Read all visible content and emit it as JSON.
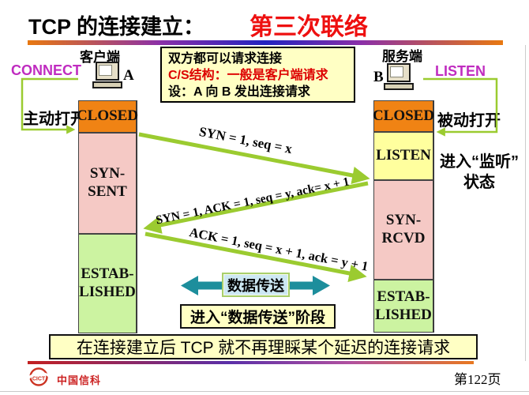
{
  "slide": {
    "title": "TCP 的连接建立：",
    "highlight": "第三次联络",
    "footnote": "在连接建立后 TCP 就不再理睬某个延迟的连接请求",
    "page": "第122页",
    "brand": "中国信科",
    "brand_logo": "CICT"
  },
  "note_box": {
    "line1": "双方都可以请求连接",
    "line2": "C/S结构：一般是客户端请求",
    "line3": "设：A 向 B 发出连接请求"
  },
  "client": {
    "role": "客户端",
    "host": "A",
    "primitive": "CONNECT",
    "open_label": "主动打开",
    "states": [
      {
        "name": "CLOSED"
      },
      {
        "name": "SYN-\nSENT"
      },
      {
        "name": "ESTAB-\nLISHED"
      }
    ]
  },
  "server": {
    "role": "服务端",
    "host": "B",
    "primitive": "LISTEN",
    "open_label": "被动打开",
    "listen_note": "进入“监听”\n状态",
    "states": [
      {
        "name": "CLOSED"
      },
      {
        "name": "LISTEN"
      },
      {
        "name": "SYN-\nRCVD"
      },
      {
        "name": "ESTAB-\nLISHED"
      }
    ]
  },
  "messages": [
    {
      "label": "SYN = 1, seq = x",
      "from": "client",
      "to": "server"
    },
    {
      "label": "SYN = 1, ACK = 1, seq = y, ack= x + 1",
      "from": "server",
      "to": "client"
    },
    {
      "label": "ACK = 1, seq = x + 1, ack = y + 1",
      "from": "client",
      "to": "server"
    }
  ],
  "data_transfer": {
    "label": "数据传送",
    "phase_note": "进入“数据传送”阶段"
  },
  "colors": {
    "accent_red": "#ee1010",
    "primitive_magenta": "#c02cc0",
    "state_closed_orange": "#f08314",
    "state_pink": "#f5c9c5",
    "state_yellow": "#ffff9e",
    "state_green": "#ccf3a1",
    "note_yellow": "#ffffc4",
    "arrow_green": "#9bcb30",
    "transfer_teal": "#1d8e9c",
    "transfer_box_blue": "#cde8f3"
  }
}
